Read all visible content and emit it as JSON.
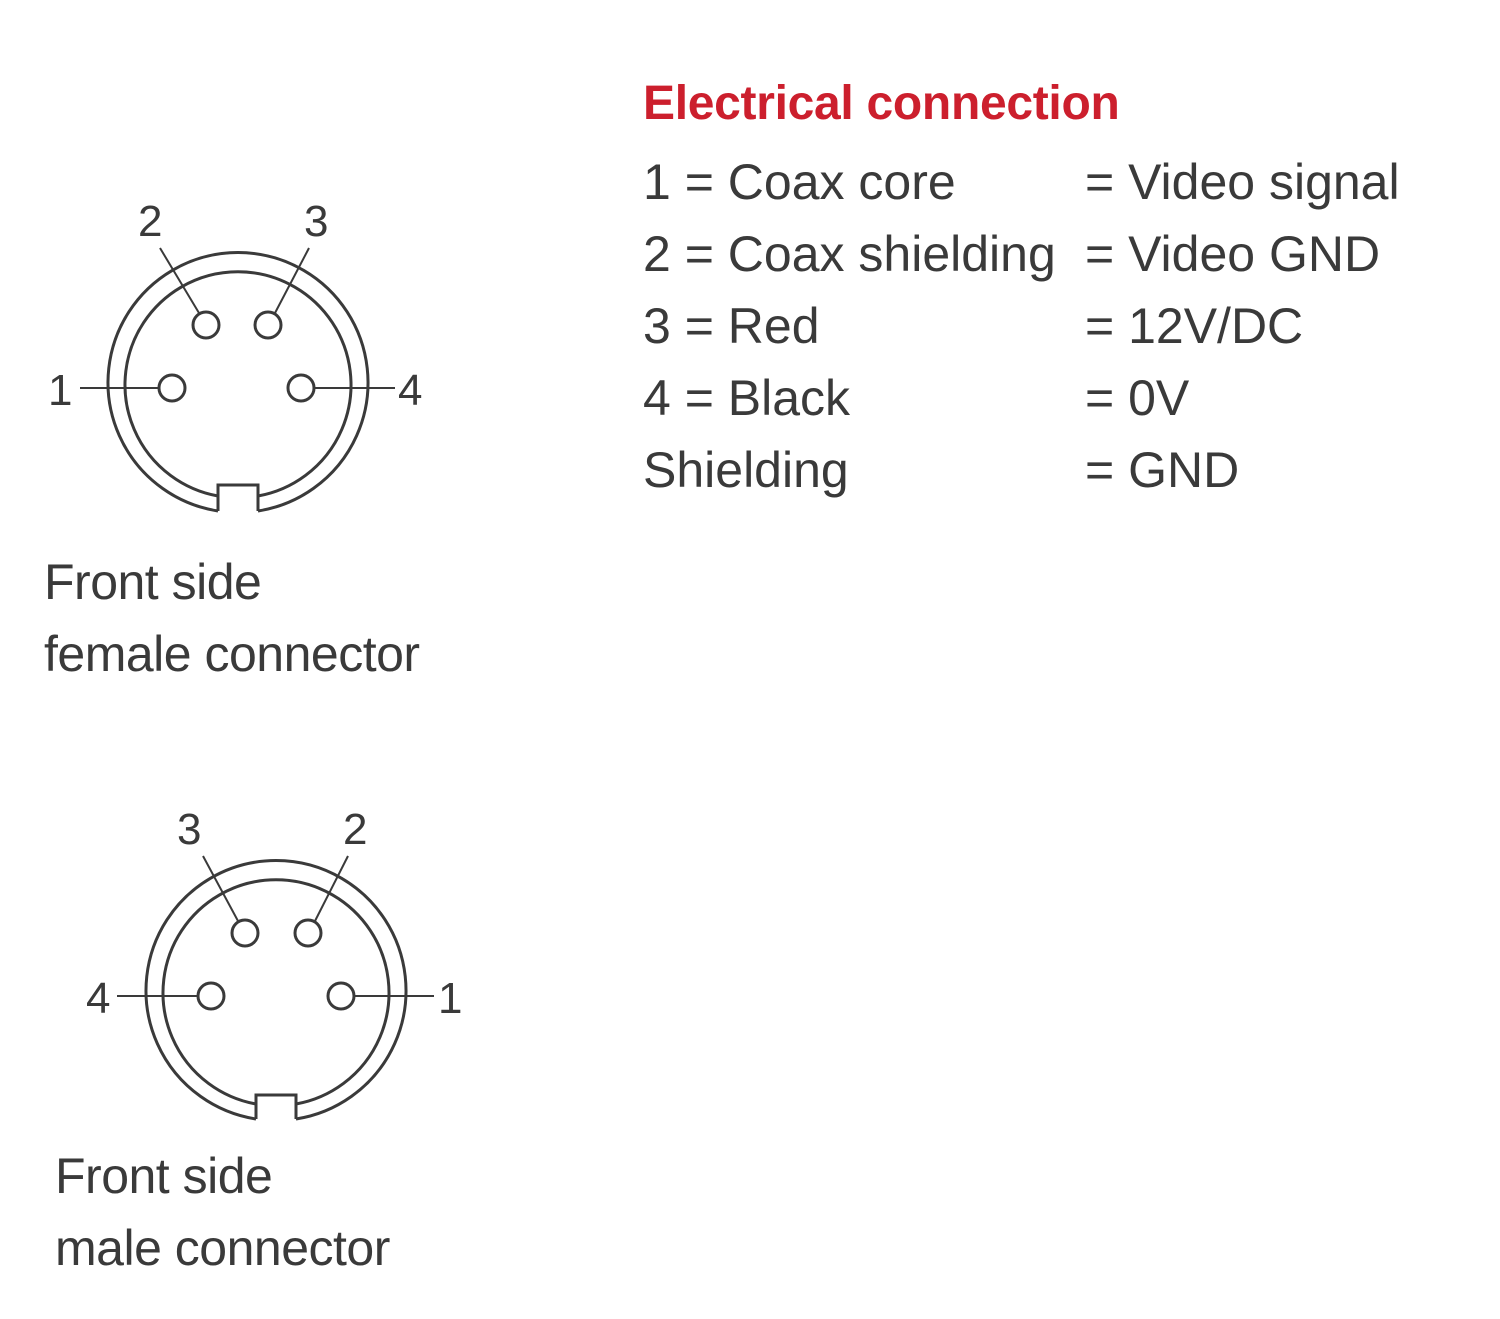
{
  "electrical_connection": {
    "title": "Electrical connection",
    "rows": [
      {
        "lhs": "1 = Coax core",
        "rhs": "= Video signal"
      },
      {
        "lhs": "2 = Coax shielding",
        "rhs": "= Video GND"
      },
      {
        "lhs": "3 = Red",
        "rhs": "= 12V/DC"
      },
      {
        "lhs": "4 = Black",
        "rhs": "= 0V"
      },
      {
        "lhs": "Shielding",
        "rhs": "= GND"
      }
    ]
  },
  "female_connector": {
    "caption_line1": "Front side",
    "caption_line2": "female connector",
    "pins": {
      "left": "1",
      "upper_left": "2",
      "upper_right": "3",
      "right": "4"
    }
  },
  "male_connector": {
    "caption_line1": "Front side",
    "caption_line2": "male connector",
    "pins": {
      "left": "4",
      "upper_left": "3",
      "upper_right": "2",
      "right": "1"
    }
  }
}
